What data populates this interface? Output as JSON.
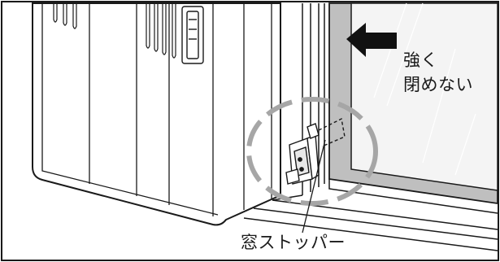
{
  "diagram": {
    "caption_lines": [
      "強く",
      "閉めない"
    ],
    "callout_label": "窓ストッパー",
    "colors": {
      "line": "#1a1a1a",
      "window_frame": "#bfbfbf",
      "glass": "#f4f4f4",
      "callout_circle": "#a6a6a6",
      "arrow": "#111111"
    }
  }
}
